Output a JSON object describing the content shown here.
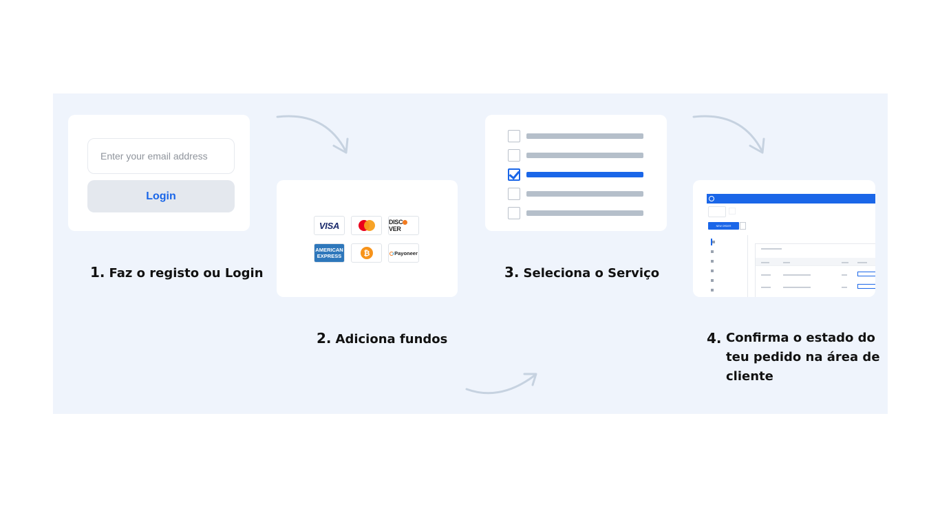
{
  "login_card": {
    "email_placeholder": "Enter your email address",
    "login_label": "Login"
  },
  "payment_methods": [
    "VISA",
    "Mastercard",
    "DISCOVER",
    "AMERICAN EXPRESS",
    "Bitcoin",
    "Payoneer"
  ],
  "service_list": {
    "items": 5,
    "selected_index": 2
  },
  "steps": {
    "s1": {
      "num": "1.",
      "label": "Faz o registo ou Login"
    },
    "s2": {
      "num": "2.",
      "label": "Adiciona fundos"
    },
    "s3": {
      "num": "3.",
      "label": "Seleciona o Serviço"
    },
    "s4": {
      "num": "4.",
      "line1": "Confirma o estado do",
      "line2": "teu pedido na área de",
      "line3": "cliente"
    }
  },
  "colors": {
    "panel": "#eff4fc",
    "accent": "#1a66e8",
    "arrow": "#c6d2e0"
  }
}
